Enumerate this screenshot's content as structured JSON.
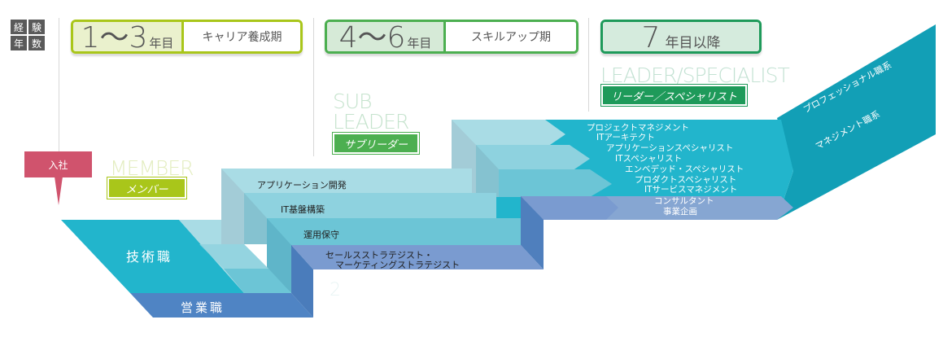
{
  "header": {
    "experience_label": [
      "経",
      "験",
      "年",
      "数"
    ]
  },
  "periods": [
    {
      "years_big": "1～3",
      "years_small": "年目",
      "phase": "キャリア養成期",
      "color": "#a9c61a"
    },
    {
      "years_big": "4～6",
      "years_small": "年目",
      "phase": "スキルアップ期",
      "color": "#4caf50"
    },
    {
      "years_big": "7",
      "years_small": "年目以降",
      "phase": "",
      "color": "#1e9a5a"
    }
  ],
  "roles": [
    {
      "en": "MEMBER",
      "jp": "メンバー",
      "en_color": "#e3edc0",
      "jp_bg": "#a9c61a"
    },
    {
      "en_line1": "SUB",
      "en_line2": "LEADER",
      "jp": "サブリーダー",
      "en_color": "#c5e3cd",
      "jp_bg": "#4caf50"
    },
    {
      "en": "LEADER/SPECIALIST",
      "jp": "リーダー／スペシャリスト",
      "en_color": "#c3e2d3",
      "jp_bg": "#1e9a5a"
    }
  ],
  "entry_marker": "入社",
  "base_tracks": {
    "technical": "技術職",
    "sales": "営業職"
  },
  "mid_steps": [
    "アプリケーション開発",
    "IT基盤構築",
    "運用保守",
    "セールスストラテジスト・",
    "マーケティングストラテジスト"
  ],
  "watermark": "2",
  "senior_roles": [
    "プロジェクトマネジメント",
    "ITアーキテクト",
    "アプリケーションスペシャリスト",
    "ITスペシャリスト",
    "エンベデッド・スペシャリスト",
    "プロダクトスペシャリスト",
    "ITサービスマネジメント",
    "コンサルタント",
    "事業企画"
  ],
  "career_paths": [
    "プロフェッショナル職系",
    "マネジメント職系"
  ],
  "colors": {
    "teal_main": "#22b5cc",
    "teal_light": "#a9dce5",
    "teal_mid": "#8ed2df",
    "teal_step": "#6cc5d6",
    "blue_sales": "#4f84c4",
    "blue_light": "#7a9bd0",
    "dark_teal": "#129fb6",
    "entry_red": "#d0536d"
  }
}
